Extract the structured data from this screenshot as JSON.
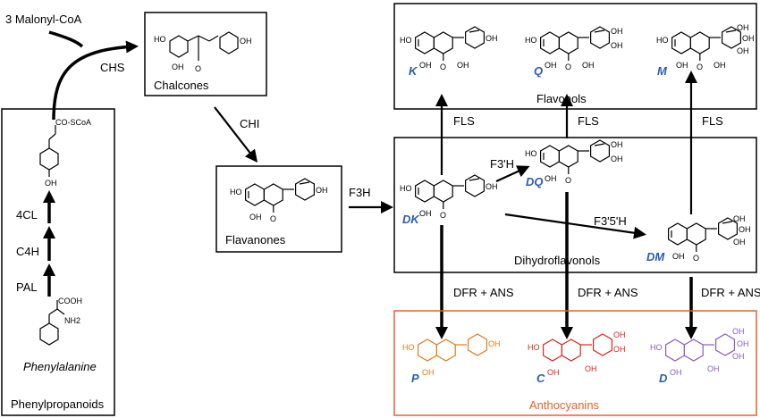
{
  "colors": {
    "box_border": "#000000",
    "anthocyanin_border": "#e8602c",
    "anthocyanin_label": "#e8602c",
    "code_blue": "#2a5db0",
    "pelargonidin": "#e07b1a",
    "cyanidin": "#d8261c",
    "delphinidin": "#8a5cc0"
  },
  "labels": {
    "malonyl": "3 Malonyl-CoA",
    "chs": "CHS",
    "chi": "CHI",
    "f3h": "F3H",
    "f3ph": "F3'H",
    "f35h": "F3'5'H",
    "fls1": "FLS",
    "fls2": "FLS",
    "fls3": "FLS",
    "dfr1": "DFR + ANS",
    "dfr2": "DFR + ANS",
    "dfr3": "DFR + ANS",
    "c4l": "4CL",
    "c4h": "C4H",
    "pal": "PAL",
    "coscoa": "CO-SCoA",
    "oh_cou": "OH",
    "cooh": "COOH",
    "nh2": "NH2",
    "phenylalanine": "Phenylalanine",
    "phenylpropanoids": "Phenylpropanoids"
  },
  "boxes": {
    "chalcones": "Chalcones",
    "flavanones": "Flavanones",
    "flavonols": "Flavonols",
    "dihydroflavonols": "Dihydroflavonols",
    "anthocyanins": "Anthocyanins"
  },
  "codes": {
    "k": "K",
    "q": "Q",
    "m": "M",
    "dk": "DK",
    "dq": "DQ",
    "dm": "DM",
    "p": "P",
    "c": "C",
    "d": "D"
  },
  "atoms": {
    "oh": "OH",
    "o": "O",
    "ho": "HO"
  }
}
